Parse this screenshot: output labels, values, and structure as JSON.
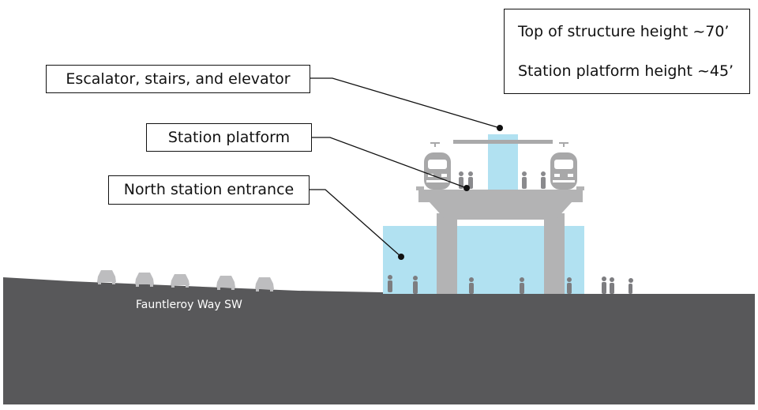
{
  "legend": {
    "line1": "Top of structure height ~70’",
    "line2": "Station platform height ~45’"
  },
  "callouts": {
    "escalator": "Escalator, stairs, and elevator",
    "platform": "Station platform",
    "entrance": "North station entrance"
  },
  "street_label": "Fauntleroy Way SW",
  "colors": {
    "ground": "#58585a",
    "structure": "#b3b3b4",
    "glass": "#b1e1f1",
    "people": "#7d7d80",
    "line": "#111111"
  }
}
